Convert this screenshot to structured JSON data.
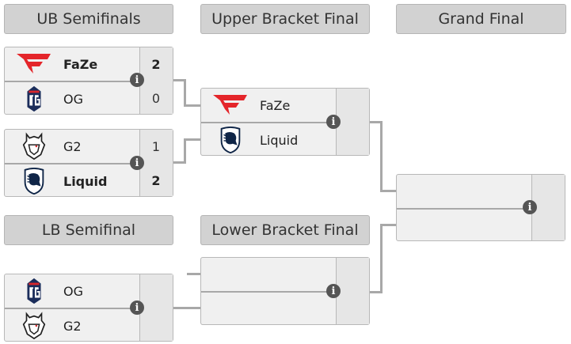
{
  "headers": {
    "ub_semifinals": "UB Semifinals",
    "upper_bracket_final": "Upper Bracket Final",
    "grand_final": "Grand Final",
    "lb_semifinal": "LB Semifinal",
    "lower_bracket_final": "Lower Bracket Final"
  },
  "matches": {
    "ub_semi_1": {
      "team1": {
        "name": "FaZe",
        "logo": "faze-logo",
        "score": "2",
        "winner": true
      },
      "team2": {
        "name": "OG",
        "logo": "og-logo",
        "score": "0",
        "winner": false
      }
    },
    "ub_semi_2": {
      "team1": {
        "name": "G2",
        "logo": "g2-logo",
        "score": "1",
        "winner": false
      },
      "team2": {
        "name": "Liquid",
        "logo": "liquid-logo",
        "score": "2",
        "winner": true
      }
    },
    "ub_final": {
      "team1": {
        "name": "FaZe",
        "logo": "faze-logo",
        "score": ""
      },
      "team2": {
        "name": "Liquid",
        "logo": "liquid-logo",
        "score": ""
      }
    },
    "lb_semi": {
      "team1": {
        "name": "OG",
        "logo": "og-logo",
        "score": ""
      },
      "team2": {
        "name": "G2",
        "logo": "g2-logo",
        "score": ""
      }
    },
    "lb_final": {
      "team1": {
        "name": "",
        "score": ""
      },
      "team2": {
        "name": "",
        "score": ""
      }
    },
    "grand_final": {
      "team1": {
        "name": "",
        "score": ""
      },
      "team2": {
        "name": "",
        "score": ""
      }
    }
  },
  "info_icon_glyph": "i",
  "colors": {
    "faze_red": "#e4252a",
    "og_navy": "#1b2d5b",
    "liquid_navy": "#0f2547",
    "header_bg": "#d2d2d2",
    "connector": "#a8a8a8"
  }
}
